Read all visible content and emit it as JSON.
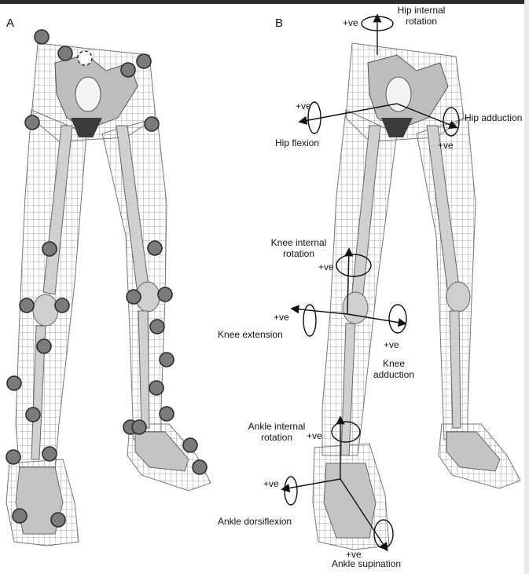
{
  "panels": {
    "a_label": "A",
    "b_label": "B"
  },
  "labels": {
    "hip_internal_rotation": "Hip internal\nrotation",
    "hip_internal_ve": "+ve",
    "hip_flexion": "Hip flexion",
    "hip_flexion_ve": "+ve",
    "hip_adduction": "Hip adduction",
    "hip_adduction_ve": "+ve",
    "knee_internal_rotation": "Knee internal\nrotation",
    "knee_internal_ve": "+ve",
    "knee_extension": "Knee extension",
    "knee_extension_ve": "+ve",
    "knee_adduction": "Knee\nadduction",
    "knee_adduction_ve": "+ve",
    "ankle_internal_rotation": "Ankle internal\nrotation",
    "ankle_internal_ve": "+ve",
    "ankle_dorsiflexion": "Ankle dorsiflexion",
    "ankle_dorsiflexion_ve": "+ve",
    "ankle_supination": "Ankle supination",
    "ankle_supination_ve": "+ve"
  },
  "colors": {
    "marker_fill": "#7b7b7b",
    "bone": "#c9c9c9",
    "mesh": "#8a8a8a",
    "arrow": "#111111"
  }
}
